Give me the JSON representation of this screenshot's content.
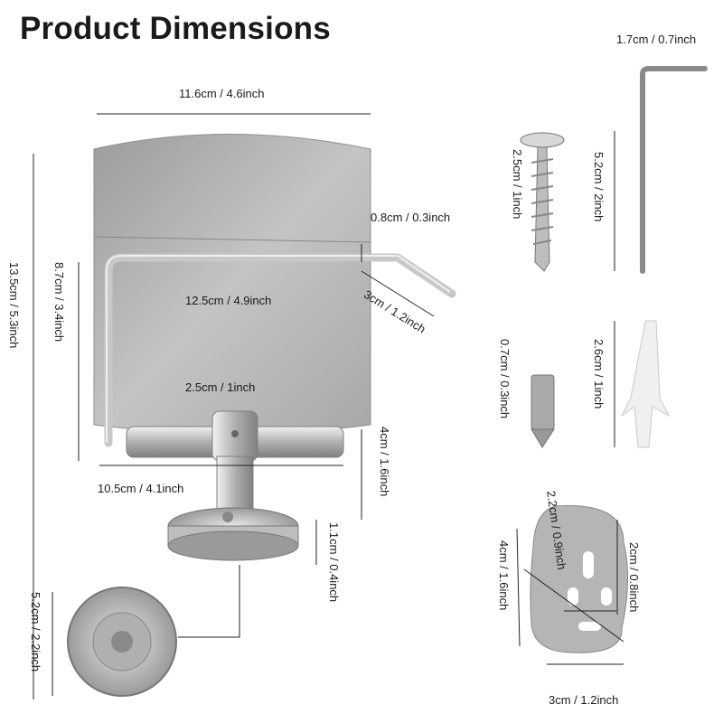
{
  "title": "Product Dimensions",
  "labels": {
    "top_width": "11.6cm / 4.6inch",
    "total_height": "13.5cm / 5.3inch",
    "arm_height": "8.7cm / 3.4inch",
    "arm_width": "12.5cm / 4.9inch",
    "tip_offset": "0.8cm / 0.3inch",
    "tip_length": "3cm / 1.2inch",
    "collar_width": "2.5cm / 1inch",
    "bottom_width": "10.5cm / 4.1inch",
    "stem_height": "4cm / 1.6inch",
    "mount_depth": "1.1cm / 0.4inch",
    "base_diameter": "5.2cm / 2.2inch",
    "screw_length": "2.5cm / 1inch",
    "wrench_short": "1.7cm / 0.7inch",
    "wrench_long": "5.2cm / 2inch",
    "set_screw": "0.7cm / 0.3inch",
    "anchor_length": "2.6cm / 1inch",
    "pad_diag": "2.2cm / 0.9inch",
    "pad_height": "4cm / 1.6inch",
    "pad_inner": "2cm / 0.8inch",
    "pad_width": "3cm / 1.2inch"
  },
  "colors": {
    "metal": "#b8b8b8",
    "text": "#1a1a1a",
    "line": "#222222"
  }
}
